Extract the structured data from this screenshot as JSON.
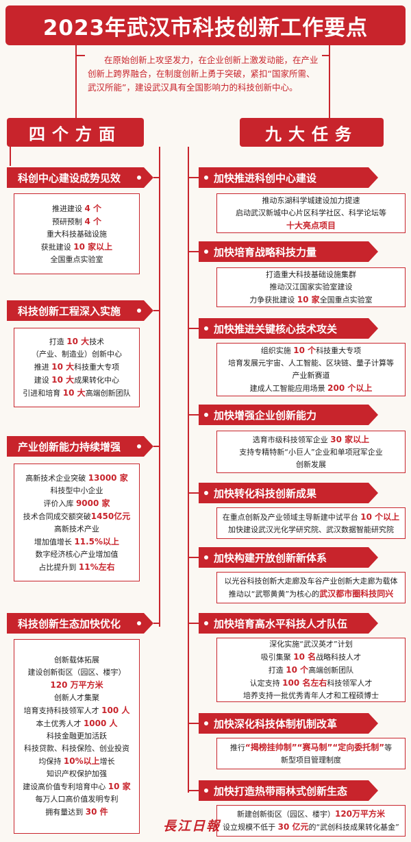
{
  "title": "2023年武汉市科技创新工作要点",
  "intro": "在原始创新上攻坚发力，在企业创新上激发动能，在产业创新上跨界融合，在制度创新上勇于突破，紧扣“国家所需、武汉所能”，建设武汉具有全国影响力的科技创新中心。",
  "left_header": "四个方面",
  "right_header": "九大任务",
  "colors": {
    "accent": "#c8242c"
  },
  "aspects": [
    {
      "title": "科创中心建设成势见效",
      "lines": [
        [
          {
            "t": "推进建设 "
          },
          {
            "t": "4 个",
            "h": true
          }
        ],
        [
          {
            "t": "预研预制 "
          },
          {
            "t": "4 个",
            "h": true
          }
        ],
        [
          {
            "t": "重大科技基础设施"
          }
        ],
        [
          {
            "t": "获批建设 "
          },
          {
            "t": "10 家以上",
            "h": true
          }
        ],
        [
          {
            "t": "全国重点实验室"
          }
        ]
      ]
    },
    {
      "title": "科技创新工程深入实施",
      "lines": [
        [
          {
            "t": "打造 "
          },
          {
            "t": "10 大",
            "h": true
          },
          {
            "t": "技术"
          }
        ],
        [
          {
            "t": "（产业、制造业）创新中心"
          }
        ],
        [
          {
            "t": "推进 "
          },
          {
            "t": "10 大",
            "h": true
          },
          {
            "t": "科技重大专项"
          }
        ],
        [
          {
            "t": "建设 "
          },
          {
            "t": "10 大",
            "h": true
          },
          {
            "t": "成果转化中心"
          }
        ],
        [
          {
            "t": "引进和培育 "
          },
          {
            "t": "10 大",
            "h": true
          },
          {
            "t": "高端创新团队"
          }
        ]
      ]
    },
    {
      "title": "产业创新能力持续增强",
      "lines": [
        [
          {
            "t": "高新技术企业突破 "
          },
          {
            "t": "13000 家",
            "h": true
          }
        ],
        [
          {
            "t": "科技型中小企业"
          }
        ],
        [
          {
            "t": "评价入库 "
          },
          {
            "t": "9000 家",
            "h": true
          }
        ],
        [
          {
            "t": "技术合同成交额突破"
          },
          {
            "t": "1450亿元",
            "h": true
          }
        ],
        [
          {
            "t": "高新技术产业"
          }
        ],
        [
          {
            "t": "增加值增长 "
          },
          {
            "t": "11.5%以上",
            "h": true
          }
        ],
        [
          {
            "t": "数字经济核心产业增加值"
          }
        ],
        [
          {
            "t": "占比提升到 "
          },
          {
            "t": "11%左右",
            "h": true
          }
        ]
      ]
    },
    {
      "title": "科技创新生态加快优化",
      "lines": [
        [
          {
            "t": "创新载体拓展"
          }
        ],
        [
          {
            "t": "建设创新街区（园区、楼宇）"
          }
        ],
        [
          {
            "t": "120 万平方米",
            "h": true
          }
        ],
        [
          {
            "t": "创新人才集聚"
          }
        ],
        [
          {
            "t": "培育支持科技领军人才 "
          },
          {
            "t": "100 人",
            "h": true
          }
        ],
        [
          {
            "t": "本土优秀人才 "
          },
          {
            "t": "1000 人",
            "h": true
          }
        ],
        [
          {
            "t": "科技金融更加活跃"
          }
        ],
        [
          {
            "t": "科技贷款、科技保险、创业投资"
          }
        ],
        [
          {
            "t": "均保持 "
          },
          {
            "t": "10%以上",
            "h": true
          },
          {
            "t": "增长"
          }
        ],
        [
          {
            "t": "知识产权保护加强"
          }
        ],
        [
          {
            "t": "建设高价值专利培育中心 "
          },
          {
            "t": "10 家",
            "h": true
          }
        ],
        [
          {
            "t": "每万人口高价值发明专利"
          }
        ],
        [
          {
            "t": "拥有量达到 "
          },
          {
            "t": "30 件",
            "h": true
          }
        ]
      ]
    }
  ],
  "tasks": [
    {
      "title": "加快推进科创中心建设",
      "lines": [
        [
          {
            "t": "推动东湖科学城建设加力提速"
          }
        ],
        [
          {
            "t": "启动武汉新城中心片区科学社区、科学论坛等"
          }
        ],
        [
          {
            "t": "十大亮点项目",
            "h": true
          }
        ]
      ]
    },
    {
      "title": "加快培育战略科技力量",
      "lines": [
        [
          {
            "t": "打造重大科技基础设施集群"
          }
        ],
        [
          {
            "t": "推动汉江国家实验室建设"
          }
        ],
        [
          {
            "t": "力争获批建设 "
          },
          {
            "t": "10 家",
            "h": true
          },
          {
            "t": "全国重点实验室"
          }
        ]
      ]
    },
    {
      "title": "加快推进关键核心技术攻关",
      "lines": [
        [
          {
            "t": "组织实施 "
          },
          {
            "t": "10 个",
            "h": true
          },
          {
            "t": "科技重大专项"
          }
        ],
        [
          {
            "t": "培育发展元宇宙、人工智能、区块链、量子计算等"
          }
        ],
        [
          {
            "t": "产业新赛道"
          }
        ],
        [
          {
            "t": "建成人工智能应用场景 "
          },
          {
            "t": "200 个以上",
            "h": true
          }
        ]
      ]
    },
    {
      "title": "加快增强企业创新能力",
      "lines": [
        [
          {
            "t": "选育市级科技领军企业 "
          },
          {
            "t": "30 家以上",
            "h": true
          }
        ],
        [
          {
            "t": "支持专精特新“小巨人”企业和单项冠军企业"
          }
        ],
        [
          {
            "t": "创新发展"
          }
        ]
      ]
    },
    {
      "title": "加快转化科技创新成果",
      "lines": [
        [
          {
            "t": "在重点创新及产业领域主导新建中试平台 "
          },
          {
            "t": "10 个以上",
            "h": true
          }
        ],
        [
          {
            "t": "加快建设武汉光化学研究院、武汉数据智能研究院"
          }
        ]
      ]
    },
    {
      "title": "加快构建开放创新新体系",
      "lines": [
        [
          {
            "t": "以光谷科技创新大走廊及车谷产业创新大走廊为载体"
          }
        ],
        [
          {
            "t": "推动以“武鄂黄黄”为核心的"
          },
          {
            "t": "武汉都市圈科技同兴",
            "h": true
          }
        ]
      ]
    },
    {
      "title": "加快培育高水平科技人才队伍",
      "lines": [
        [
          {
            "t": "深化实施“武汉英才”计划"
          }
        ],
        [
          {
            "t": "吸引集聚 "
          },
          {
            "t": "10 名",
            "h": true
          },
          {
            "t": "战略科技人才"
          }
        ],
        [
          {
            "t": "打造 "
          },
          {
            "t": "10 个",
            "h": true
          },
          {
            "t": "高端创新团队"
          }
        ],
        [
          {
            "t": "认定支持 "
          },
          {
            "t": "100 名左右",
            "h": true
          },
          {
            "t": "科技领军人才"
          }
        ],
        [
          {
            "t": "培养支持一批优秀青年人才和工程硕博士"
          }
        ]
      ]
    },
    {
      "title": "加快深化科技体制机制改革",
      "lines": [
        [
          {
            "t": "推行"
          },
          {
            "t": "“揭榜挂帅制”",
            "h": true
          },
          {
            "t": "“赛马制”",
            "h": true
          },
          {
            "t": "“定向委托制”",
            "h": true
          },
          {
            "t": "等"
          }
        ],
        [
          {
            "t": "新型项目管理制度"
          }
        ]
      ]
    },
    {
      "title": "加快打造热带雨林式创新生态",
      "lines": [
        [
          {
            "t": "新建创新街区（园区、楼宇）"
          },
          {
            "t": "120万平方米",
            "h": true
          }
        ],
        [
          {
            "t": "设立规模不低于 "
          },
          {
            "t": "30 亿元",
            "h": true
          },
          {
            "t": "的“武创科技成果转化基金”"
          }
        ]
      ]
    }
  ],
  "logo": "長江日報"
}
